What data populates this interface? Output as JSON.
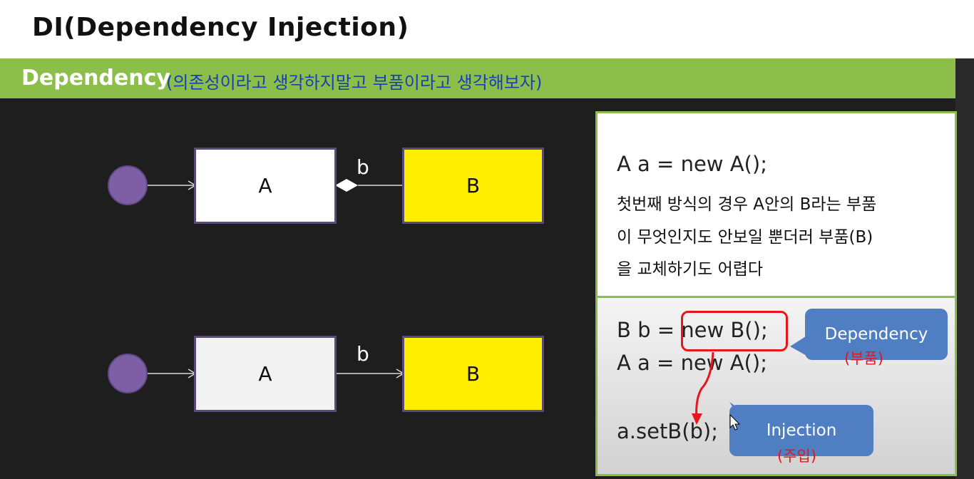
{
  "header": {
    "title": "DI(Dependency Injection)",
    "section_title": "Dependency",
    "section_note": "(의존성이라고 생각하지말고 부품이라고 생각해보자)"
  },
  "diagram": {
    "row1": {
      "box_a": "A",
      "box_b": "B",
      "edge_label": "b"
    },
    "row2": {
      "box_a": "A",
      "box_b": "B",
      "edge_label": "b"
    }
  },
  "panel": {
    "top": {
      "code_line": "A a = new A();",
      "desc_lines": [
        "첫번째 방식의 경우 A안의 B라는 부품",
        "이 무엇인지도 안보일 뿐더러 부품(B)",
        "을 교체하기도 어렵다"
      ]
    },
    "bottom": {
      "code_lines": [
        "B b = new B();",
        "A a = new A();",
        "a.setB(b);"
      ],
      "callout_dependency": "Dependency",
      "callout_dependency_sub": "(부품)",
      "callout_injection": "Injection",
      "callout_injection_sub": "(주입)"
    }
  },
  "colors": {
    "accent_green": "#8cbf4a",
    "box_yellow": "#ffee00",
    "circle_purple": "#7e5fa6",
    "callout_blue": "#4f7fc2",
    "highlight_red": "#e8151d"
  }
}
